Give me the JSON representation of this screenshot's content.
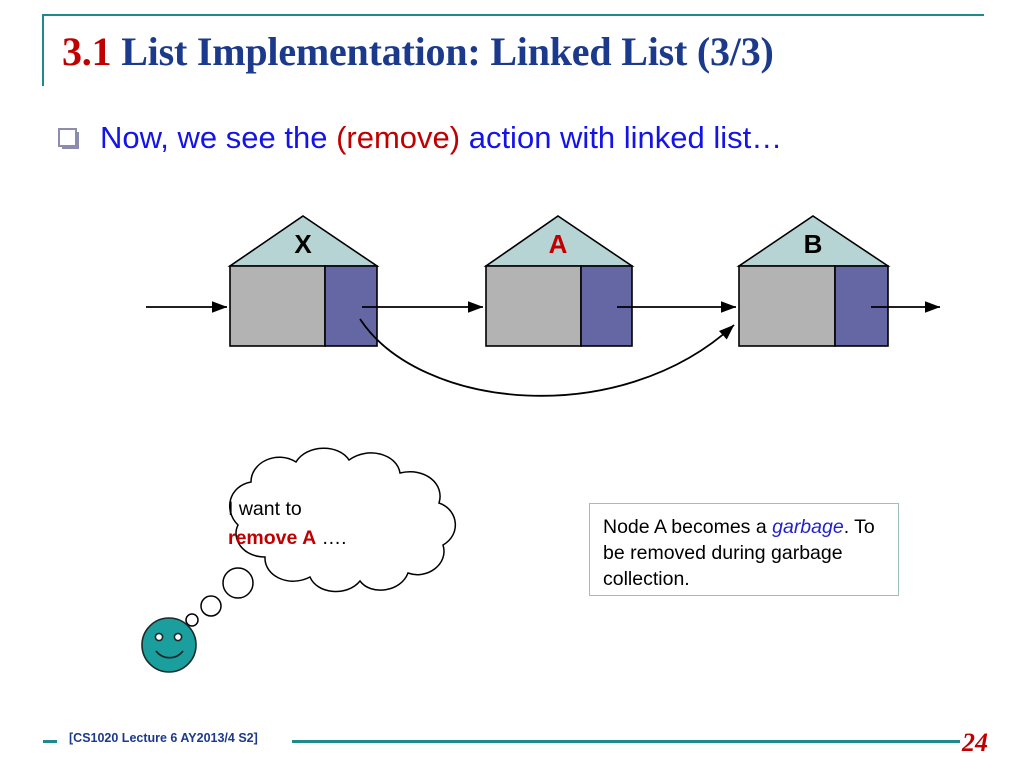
{
  "slide": {
    "title_number": "3.1",
    "title_text": " List Implementation: Linked List (3/3)",
    "title_full": "3.1 List Implementation: Linked List (3/3)"
  },
  "bullet": {
    "marker": "hollow-square-bullet",
    "text_before": "Now, we see the ",
    "keyword": "(remove)",
    "text_after": " action with linked list…"
  },
  "diagram": {
    "type": "linked-list-remove",
    "nodes": [
      {
        "label": "X",
        "label_color": "#000000"
      },
      {
        "label": "A",
        "label_color": "#C00000"
      },
      {
        "label": "B",
        "label_color": "#000000"
      }
    ],
    "colors": {
      "roof": "#B6D4D4",
      "data_box": "#B3B3B3",
      "pointer_box": "#6567A5",
      "outline": "#000000",
      "arrow": "#000000"
    },
    "arrows": [
      "head-into-X",
      "X-pointer-to-A",
      "A-pointer-to-B",
      "B-pointer-to-next",
      "X-pointer-curved-to-B"
    ]
  },
  "bubble": {
    "line1": "I want to",
    "line2_red": "remove A",
    "line2_rest": " …."
  },
  "smiley": {
    "name": "smiley-face",
    "color": "#1A9E9E"
  },
  "note": {
    "text_1": "Node A becomes a ",
    "emphasis": "garbage",
    "text_2": ". To be removed during garbage collection."
  },
  "footer": {
    "label": "[CS1020 Lecture 6 AY2013/4 S2]",
    "page_number": "24",
    "accent_color": "#1F8A8A"
  }
}
